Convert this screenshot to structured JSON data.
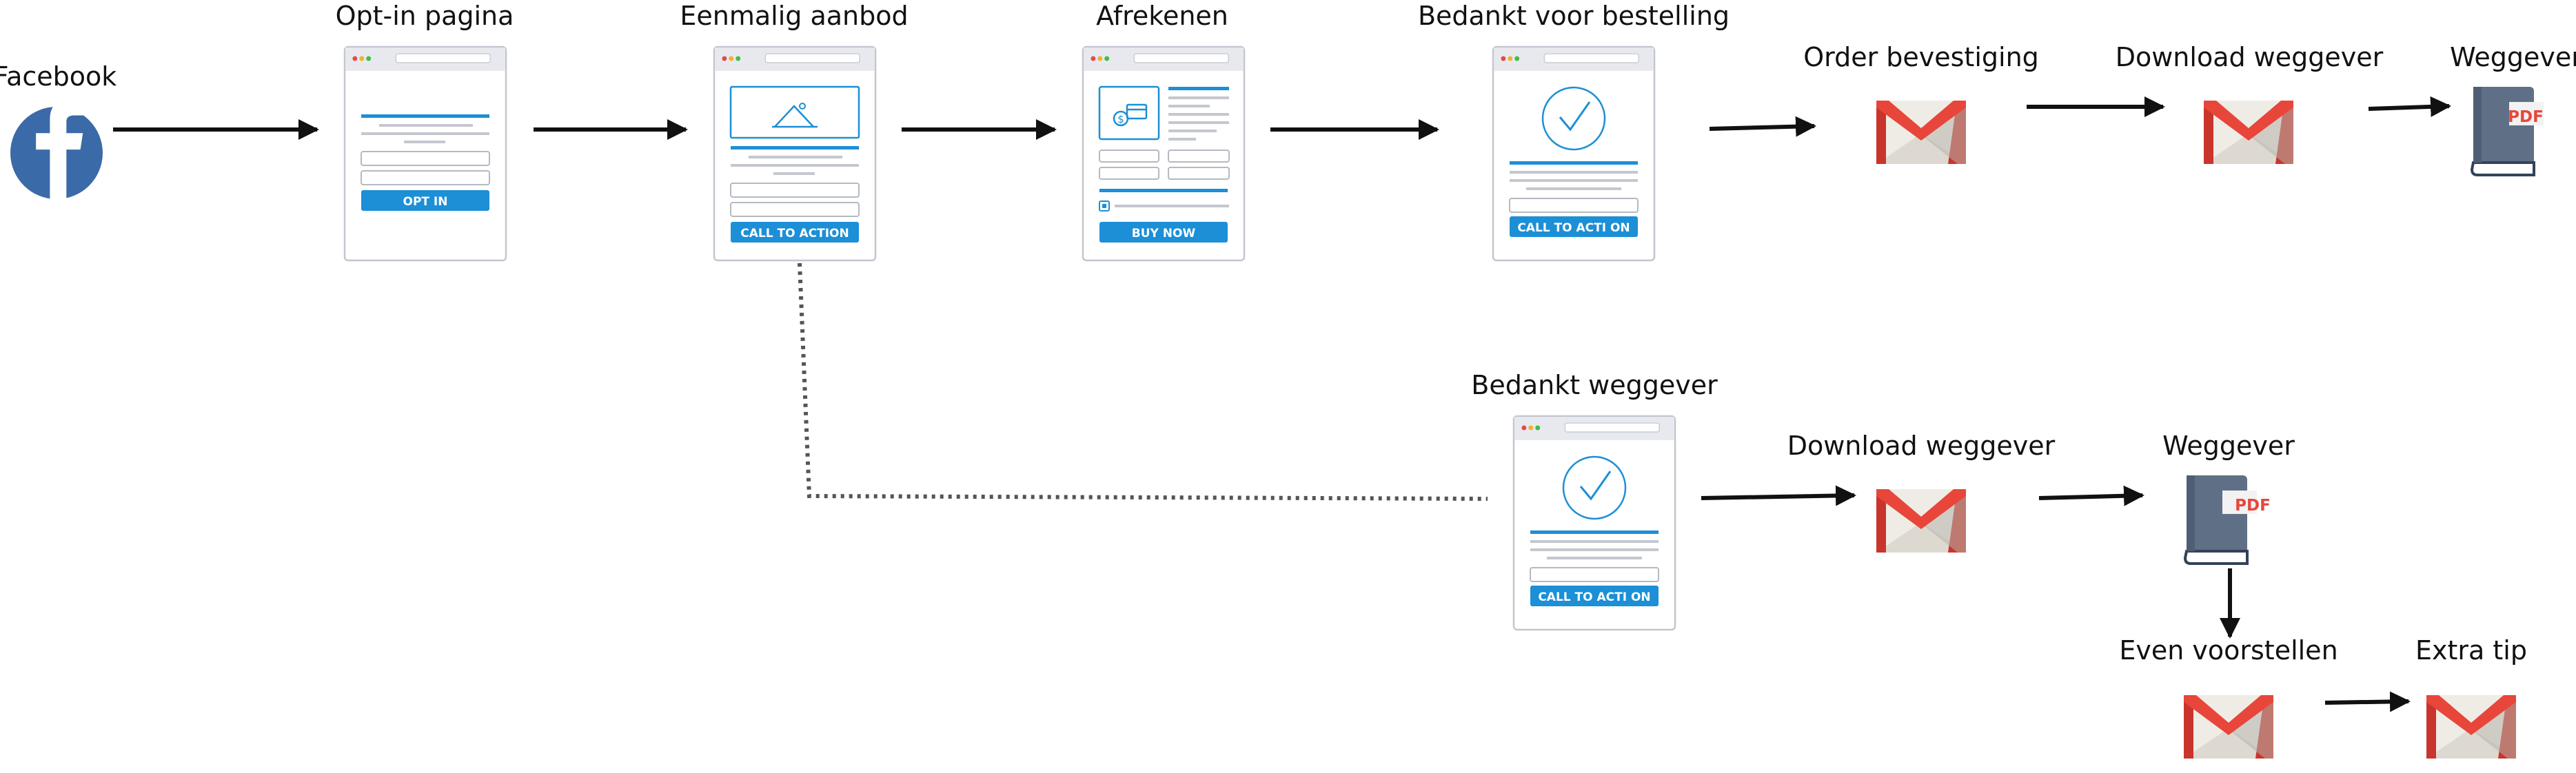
{
  "labels": {
    "facebook": "Facebook",
    "optin": "Opt-in pagina",
    "eenmalig": "Eenmalig aanbod",
    "afrekenen": "Afrekenen",
    "bedankt_bestelling": "Bedankt voor bestelling",
    "order_bevestiging": "Order bevestiging",
    "download_weggever_top": "Download weggever",
    "weggever_top": "Weggever",
    "bedankt_weggever": "Bedankt weggever",
    "download_weggever_bottom": "Download weggever",
    "weggever_bottom": "Weggever",
    "even_voorstellen": "Even voorstellen",
    "extra_tip": "Extra tip"
  },
  "buttons": {
    "optin": "OPT IN",
    "eenmalig": "CALL TO ACTION",
    "afrekenen": "BUY NOW",
    "bedankt_bestelling": "CALL TO ACTI ON",
    "bedankt_weggever": "CALL TO ACTI ON"
  },
  "icons": {
    "facebook": "facebook-icon",
    "gmail": "gmail-icon",
    "pdf_book": "pdf-book-icon",
    "pdf_tag": "PDF"
  },
  "colors": {
    "facebook": "#3b6aa8",
    "accent": "#1c8fd6",
    "gmail_red": "#e8463b",
    "book": "#5f7086",
    "arrow": "#111111"
  }
}
